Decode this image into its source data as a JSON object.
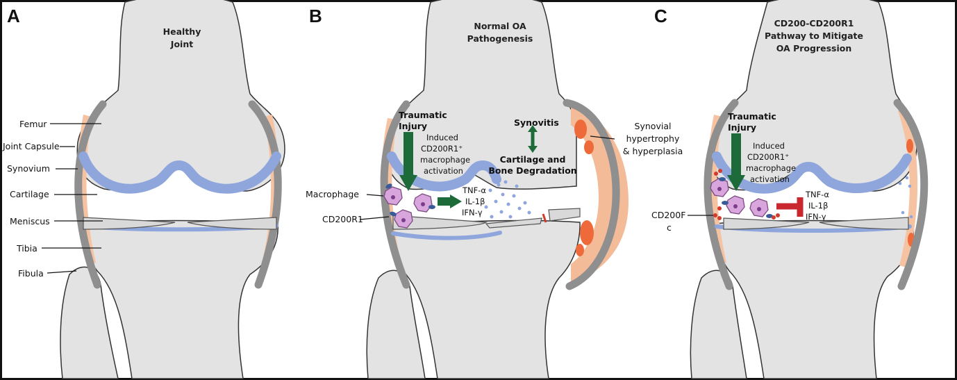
{
  "panels": {
    "a": {
      "letter": "A",
      "title": [
        "Healthy",
        "Joint"
      ],
      "labels": {
        "femur": "Femur",
        "joint_capsule": "Joint Capsule",
        "synovium": "Synovium",
        "cartilage": "Cartilage",
        "meniscus": "Meniscus",
        "tibia": "Tibia",
        "fibula": "Fibula"
      }
    },
    "b": {
      "letter": "B",
      "title": [
        "Normal OA",
        "Pathogenesis"
      ],
      "traumatic": [
        "Traumatic",
        "Injury"
      ],
      "induced": [
        "Induced",
        "CD200R1⁺",
        "macrophage",
        "activation"
      ],
      "synovitis": "Synovitis",
      "degradation": [
        "Cartilage and",
        "Bone Degradation"
      ],
      "cytokines": [
        "TNF-α",
        "IL-1β",
        "IFN-γ"
      ],
      "macrophage": "Macrophage",
      "cd200r1": "CD200R1",
      "synovial": [
        "Synovial",
        "hypertrophy",
        "& hyperplasia"
      ]
    },
    "c": {
      "letter": "C",
      "title": [
        "CD200-CD200R1",
        "Pathway to Mitigate",
        "OA Progression"
      ],
      "traumatic": [
        "Traumatic",
        "Injury"
      ],
      "induced": [
        "Induced",
        "CD200R1⁺",
        "macrophage",
        "activation"
      ],
      "cytokines": [
        "TNF-α",
        "IL-1β",
        "IFN-γ"
      ],
      "cd200fc": [
        "CD200F",
        "c"
      ]
    }
  },
  "colors": {
    "bone": "#e3e3e3",
    "capsule": "#8f8f8f",
    "synovium": "#f6c3a2",
    "cartilage": "#8fa6dd",
    "macrophage": "#d8a6dd",
    "arrow_green": "#1e6b3a",
    "inhibit_red": "#c8282e",
    "hyperplasia": "#ef6a3a"
  }
}
